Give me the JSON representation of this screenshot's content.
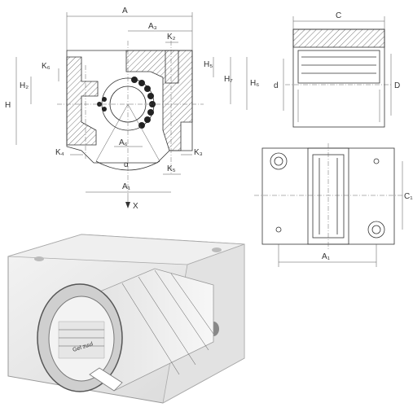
{
  "front_view": {
    "labels": {
      "A": "A",
      "A3": "A₃",
      "K2": "K₂",
      "K6": "K₆",
      "H5": "H₅",
      "H7": "H₇",
      "H6": "H₆",
      "H2": "H₂",
      "H": "H",
      "K4": "K₄",
      "A6": "A₆",
      "K3": "K₃",
      "alpha": "α",
      "K5": "K₅",
      "A1": "A₁",
      "X": "X"
    }
  },
  "side_view": {
    "labels": {
      "C": "C",
      "d": "d",
      "D": "D"
    }
  },
  "top_view": {
    "labels": {
      "C1": "C₁",
      "A1": "A₁"
    }
  },
  "render": {
    "bearing_marking": "Gel zuul"
  }
}
